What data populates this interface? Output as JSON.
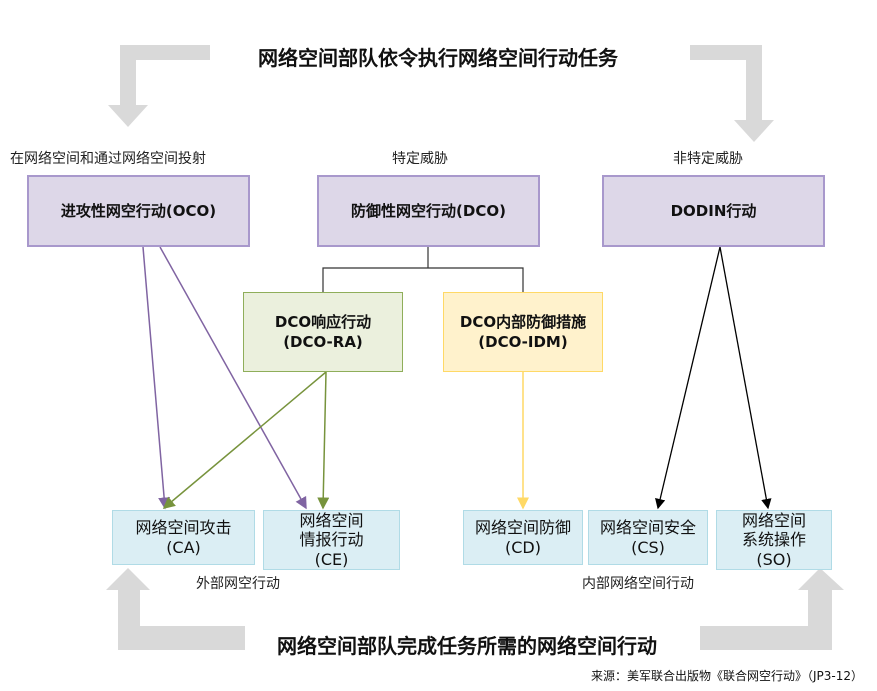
{
  "top_title": "网络空间部队依令执行网络空间行动任务",
  "bottom_title": "网络空间部队完成任务所需的网络空间行动",
  "source": "来源：美军联合出版物《联合网空行动》（JP3-12）",
  "column_labels": {
    "oco": "在网络空间和通过网络空间投射",
    "dco": "特定威胁",
    "dodin": "非特定威胁"
  },
  "level1": {
    "oco": "进攻性网空行动(OCO)",
    "dco": "防御性网空行动(DCO)",
    "dodin": "DODIN行动"
  },
  "level2": {
    "ra": "DCO响应行动\n(DCO-RA)",
    "idm": "DCO内部防御措施\n(DCO-IDM)"
  },
  "level3": {
    "ca": "网络空间攻击\n(CA)",
    "ce": "网络空间\n情报行动\n(CE)",
    "cd": "网络空间防御\n(CD)",
    "cs": "网络空间安全\n(CS)",
    "so": "网络空间\n系统操作\n(SO)"
  },
  "group_labels": {
    "external": "外部网空行动",
    "internal": "内部网络空间行动"
  },
  "colors": {
    "oco_arrow": "#8064a2",
    "ra_arrow": "#77933c",
    "idm_arrow": "#ffd966",
    "dodin_arrow": "#000000",
    "flow_arrow": "#d9d9d9"
  }
}
